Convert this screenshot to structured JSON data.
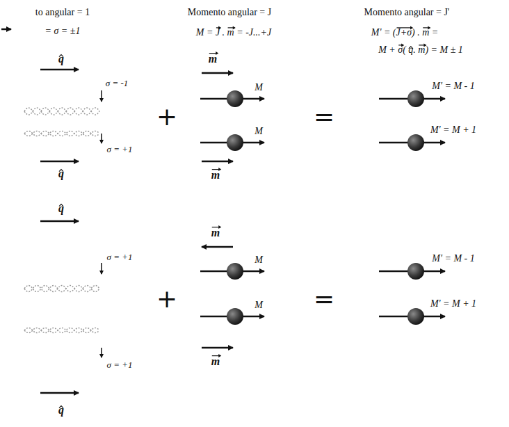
{
  "diagram": {
    "labels": [
      "to angular = 1",
      "Momento angular = J",
      "Momento angular = J'",
      "= σ = ±1",
      "M = J . m = -J...+J",
      "M' = (J+σ) . m =",
      "M + σ( q. m) = M ± 1",
      "q",
      "σ = -1",
      "σ = +1",
      "q",
      "+",
      "m",
      "M",
      "M",
      "m",
      "=",
      "M' = M - 1",
      "M' = M + 1",
      "q",
      "σ = +1",
      "σ = +1",
      "q",
      "+",
      "m",
      "M",
      "M",
      "m",
      "=",
      "M' = M - 1",
      "M' = M + 1"
    ]
  }
}
